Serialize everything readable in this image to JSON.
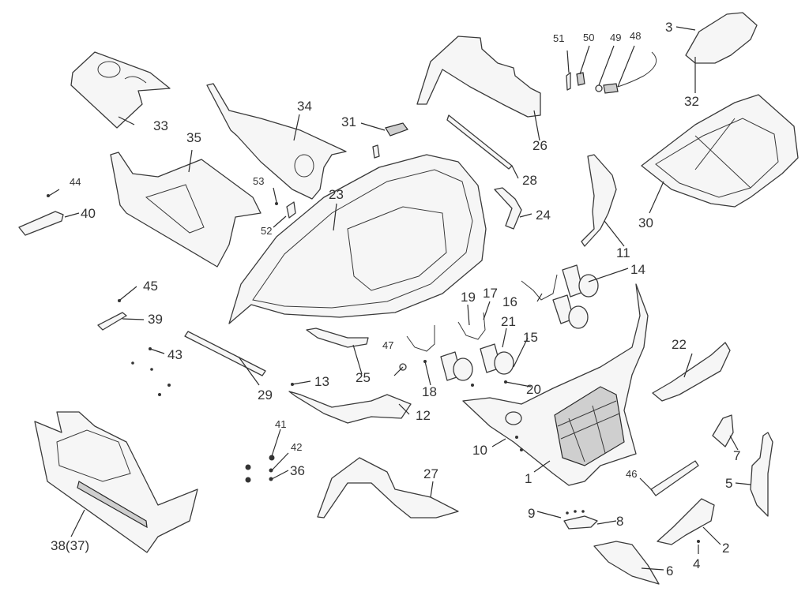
{
  "diagram": {
    "type": "exploded-parts-view",
    "accent_color": "#333333",
    "line_color": "#3a3a3a",
    "background": "#ffffff"
  },
  "labels": {
    "p1": "1",
    "p2": "2",
    "p3": "3",
    "p4": "4",
    "p5": "5",
    "p6": "6",
    "p7": "7",
    "p8": "8",
    "p9": "9",
    "p10": "10",
    "p11": "11",
    "p12": "12",
    "p13": "13",
    "p14": "14",
    "p15": "15",
    "p16": "16",
    "p17": "17",
    "p18": "18",
    "p19": "19",
    "p20": "20",
    "p21": "21",
    "p22": "22",
    "p23": "23",
    "p24": "24",
    "p25": "25",
    "p26": "26",
    "p27": "27",
    "p28": "28",
    "p29": "29",
    "p30": "30",
    "p31": "31",
    "p32": "32",
    "p33": "33",
    "p34": "34",
    "p35": "35",
    "p36": "36",
    "p38": "38(37)",
    "p39": "39",
    "p40": "40",
    "p41": "41",
    "p42": "42",
    "p43": "43",
    "p44": "44",
    "p45": "45",
    "p46": "46",
    "p47": "47",
    "p48": "48",
    "p49": "49",
    "p50": "50",
    "p51": "51",
    "p52": "52",
    "p53": "53"
  }
}
